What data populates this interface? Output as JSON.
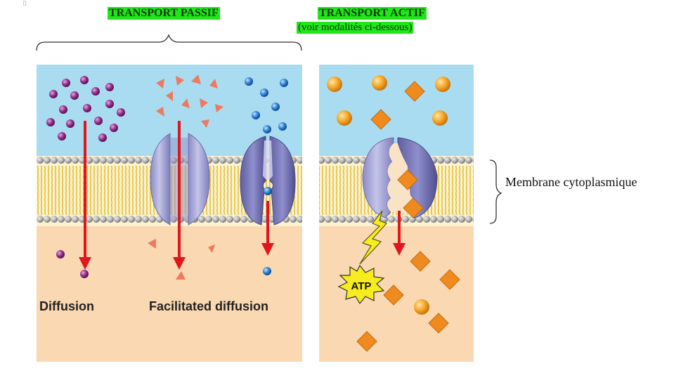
{
  "headers": {
    "passive": "TRANSPORT PASSIF",
    "active": "TRANSPORT ACTIF",
    "active_note": "(voir modalités ci-dessous)"
  },
  "membrane_label": "Membrane cytoplasmique",
  "panels": {
    "diffusion": "Diffusion",
    "facilitated": "Facilitated diffusion",
    "atp": "ATP"
  },
  "colors": {
    "extracellular": "#a9dcf1",
    "intracellular": "#f9d8b2",
    "arrow": "#e0161c",
    "protein": "#a7a7d6",
    "purple_molecule": "#8e2a86",
    "triangle": "#ee7a5e",
    "blue_molecule": "#2a7bd0",
    "orange_ball": "#f4a323",
    "orange_diamond": "#ef8a1f",
    "highlight": "#22e51a"
  },
  "icons": [
    "atp-burst-icon",
    "lightning-bolt-icon"
  ]
}
